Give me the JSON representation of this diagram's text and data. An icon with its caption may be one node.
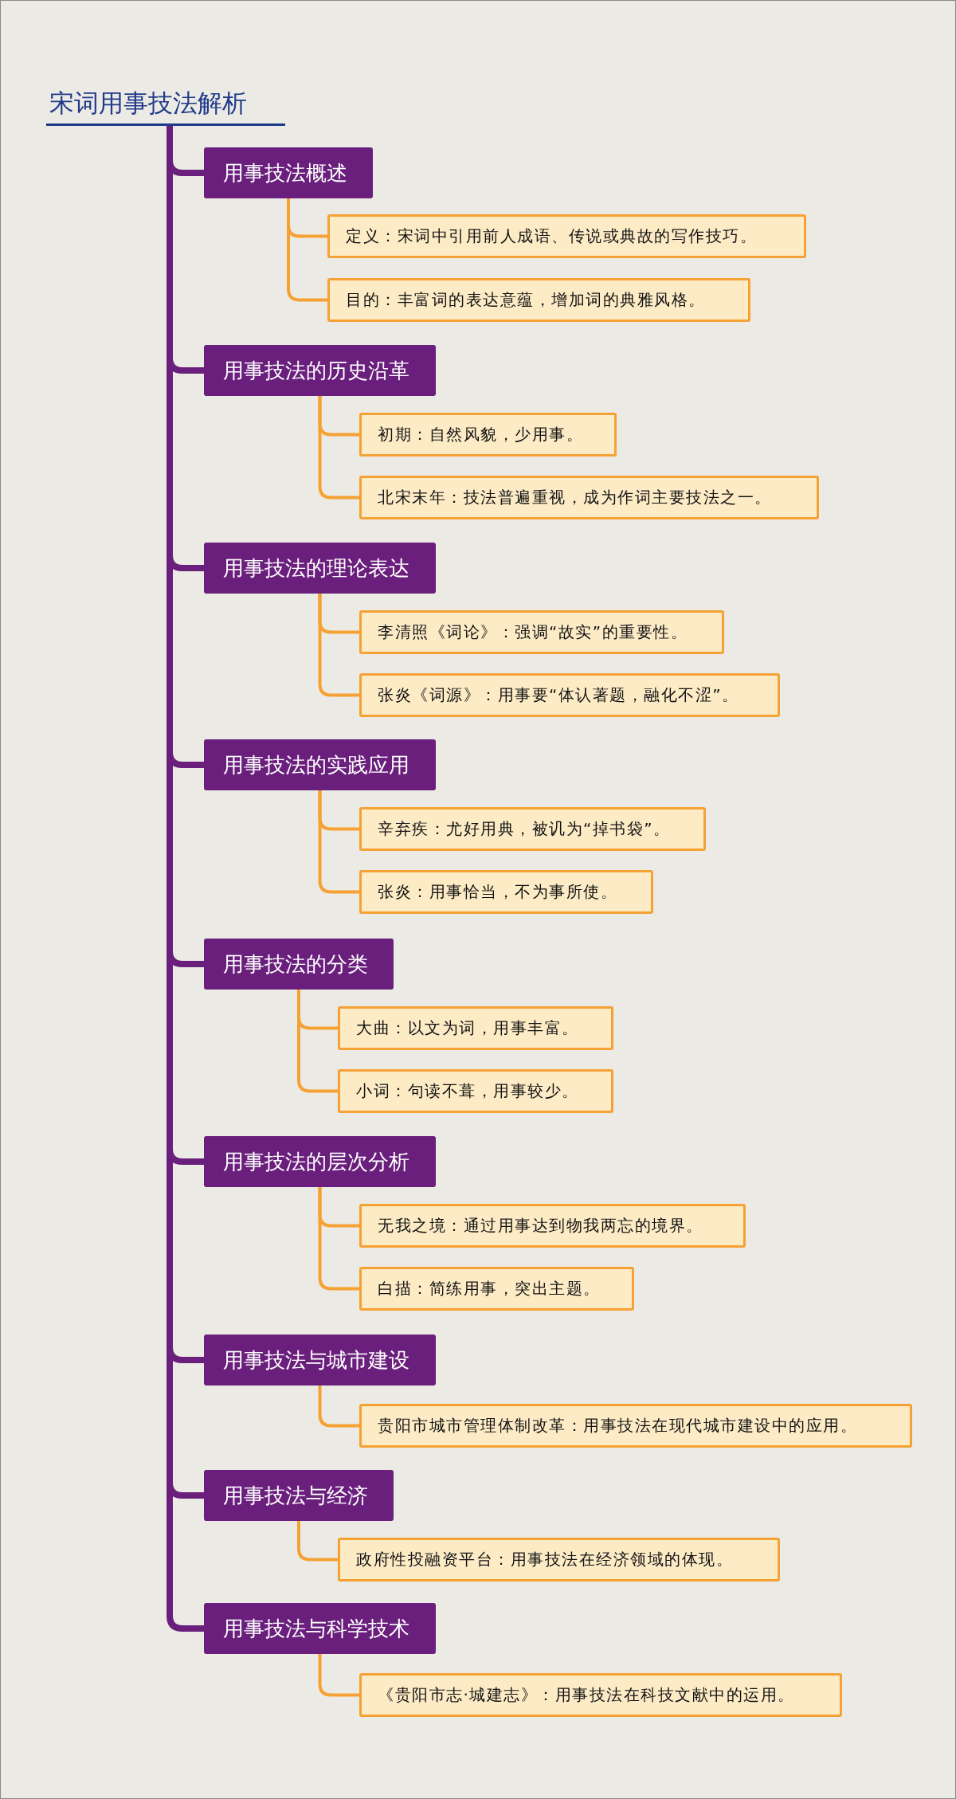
{
  "diagram": {
    "nodes": [
      {
        "text": [
          "宋词用事技法解析"
        ]
      },
      {
        "text": [
          "用事技法概述"
        ]
      },
      {
        "text": [
          "定义：宋词中引用前人成语、传说或典故的写作技巧。"
        ]
      },
      {
        "text": [
          "目的：丰富词的表达意蕴，增加词的典雅风格。"
        ]
      },
      {
        "text": [
          "用事技法的历史沿革"
        ]
      },
      {
        "text": [
          "初期：自然风貌，少用事。"
        ]
      },
      {
        "text": [
          "北宋末年：技法普遍重视，成为作词主要技法之一。"
        ]
      },
      {
        "text": [
          "用事技法的理论表达"
        ]
      },
      {
        "text": [
          "李清照《词论》：强调“故实”的重要性。"
        ]
      },
      {
        "text": [
          "张炎《词源》：用事要“体认著题，融化不涩”。"
        ]
      },
      {
        "text": [
          "用事技法的实践应用"
        ]
      },
      {
        "text": [
          "辛弃疾：尤好用典，被讥为“掉书袋”。"
        ]
      },
      {
        "text": [
          "张炎：用事恰当，不为事所使。"
        ]
      },
      {
        "text": [
          "用事技法的分类"
        ]
      },
      {
        "text": [
          "大曲：以文为词，用事丰富。"
        ]
      },
      {
        "text": [
          "小词：句读不葺，用事较少。"
        ]
      },
      {
        "text": [
          "用事技法的层次分析"
        ]
      },
      {
        "text": [
          "无我之境：通过用事达到物我两忘的境界。"
        ]
      },
      {
        "text": [
          "白描：简练用事，突出主题。"
        ]
      },
      {
        "text": [
          "用事技法与城市建设"
        ]
      },
      {
        "text": [
          "贵阳市城市管理体制改革：用事技法在现代城市建设中的应用。"
        ]
      },
      {
        "text": [
          "用事技法与经济"
        ]
      },
      {
        "text": [
          "政府性投融资平台：用事技法在经济领域的体现。"
        ]
      },
      {
        "text": [
          "用事技法与科学技术"
        ]
      },
      {
        "text": [
          "《贵阳市志·城建志》：用事技法在科技文献中的运用。"
        ]
      }
    ],
    "edges": [
      {
        "from": 0,
        "to": 1,
        "arrow": "none",
        "style": "thick",
        "color": "#6a1f7d"
      },
      {
        "from": 1,
        "to": 2,
        "arrow": "none",
        "color": "#f5a133"
      },
      {
        "from": 1,
        "to": 3,
        "arrow": "none",
        "color": "#f5a133"
      },
      {
        "from": 0,
        "to": 4,
        "arrow": "none",
        "style": "thick",
        "color": "#6a1f7d"
      },
      {
        "from": 4,
        "to": 5,
        "arrow": "none",
        "color": "#f5a133"
      },
      {
        "from": 4,
        "to": 6,
        "arrow": "none",
        "color": "#f5a133"
      },
      {
        "from": 0,
        "to": 7,
        "arrow": "none",
        "style": "thick",
        "color": "#6a1f7d"
      },
      {
        "from": 7,
        "to": 8,
        "arrow": "none",
        "color": "#f5a133"
      },
      {
        "from": 7,
        "to": 9,
        "arrow": "none",
        "color": "#f5a133"
      },
      {
        "from": 0,
        "to": 10,
        "arrow": "none",
        "style": "thick",
        "color": "#6a1f7d"
      },
      {
        "from": 10,
        "to": 11,
        "arrow": "none",
        "color": "#f5a133"
      },
      {
        "from": 10,
        "to": 12,
        "arrow": "none",
        "color": "#f5a133"
      },
      {
        "from": 0,
        "to": 13,
        "arrow": "none",
        "style": "thick",
        "color": "#6a1f7d"
      },
      {
        "from": 13,
        "to": 14,
        "arrow": "none",
        "color": "#f5a133"
      },
      {
        "from": 13,
        "to": 15,
        "arrow": "none",
        "color": "#f5a133"
      },
      {
        "from": 0,
        "to": 16,
        "arrow": "none",
        "style": "thick",
        "color": "#6a1f7d"
      },
      {
        "from": 16,
        "to": 17,
        "arrow": "none",
        "color": "#f5a133"
      },
      {
        "from": 16,
        "to": 18,
        "arrow": "none",
        "color": "#f5a133"
      },
      {
        "from": 0,
        "to": 19,
        "arrow": "none",
        "style": "thick",
        "color": "#6a1f7d"
      },
      {
        "from": 19,
        "to": 20,
        "arrow": "none",
        "color": "#f5a133"
      },
      {
        "from": 0,
        "to": 21,
        "arrow": "none",
        "style": "thick",
        "color": "#6a1f7d"
      },
      {
        "from": 21,
        "to": 22,
        "arrow": "none",
        "color": "#f5a133"
      },
      {
        "from": 0,
        "to": 23,
        "arrow": "none",
        "style": "thick",
        "color": "#6a1f7d"
      },
      {
        "from": 23,
        "to": 24,
        "arrow": "none",
        "color": "#f5a133"
      }
    ]
  }
}
